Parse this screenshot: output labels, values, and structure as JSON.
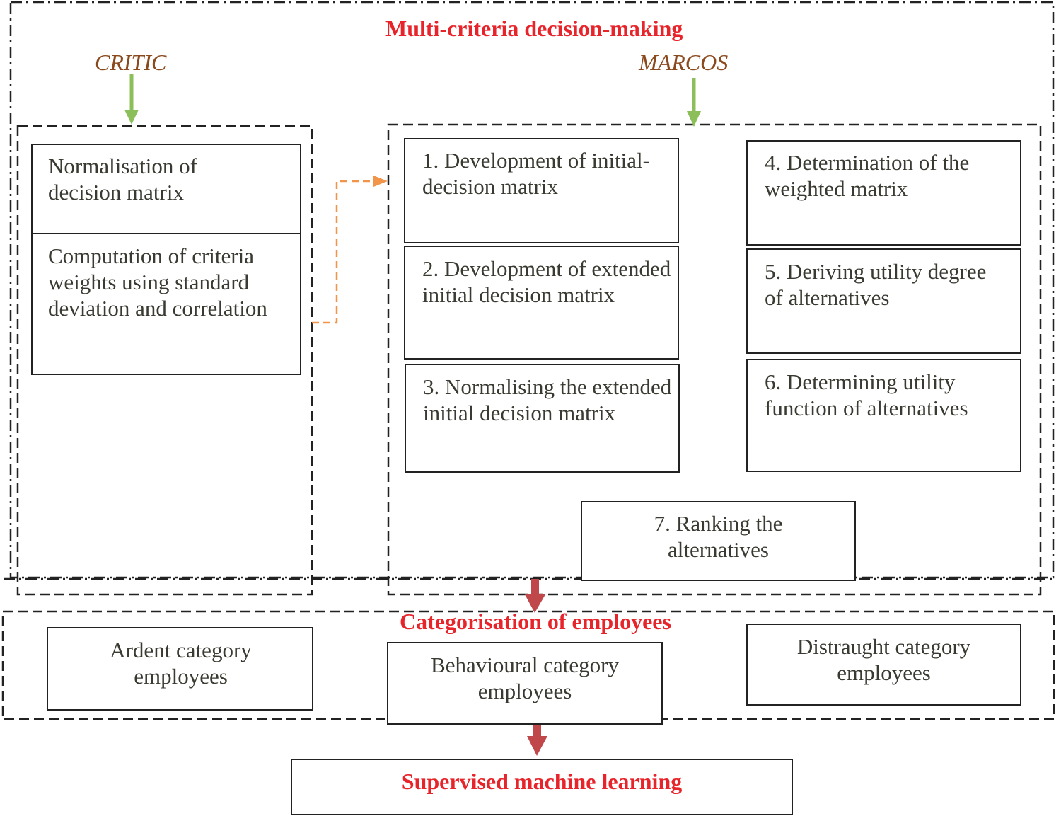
{
  "header": {
    "title": "Multi-criteria decision-making"
  },
  "methods": {
    "critic": "CRITIC",
    "marcos": "MARCOS"
  },
  "critic_steps": [
    "Normalisation of decision matrix",
    "Computation of criteria weights using standard deviation and correlation"
  ],
  "marcos_steps": [
    "1. Development of initial-decision matrix",
    "2. Development of extended initial decision matrix",
    "3. Normalising the extended initial decision matrix",
    "4. Determination of the weighted matrix",
    "5. Deriving utility degree of alternatives",
    "6. Determining utility function of alternatives",
    "7. Ranking the alternatives"
  ],
  "categorisation": {
    "title": "Categorisation of employees",
    "categories": [
      "Ardent category employees",
      "Behavioural category employees",
      "Distraught category employees"
    ]
  },
  "output": {
    "label": "Supervised machine learning"
  },
  "colors": {
    "title_red": "#e8242b",
    "method_brown": "#8b4a1e",
    "arrow_green": "#8cbf5a",
    "arrow_red": "#c0474a",
    "connector_orange": "#f0954a"
  }
}
